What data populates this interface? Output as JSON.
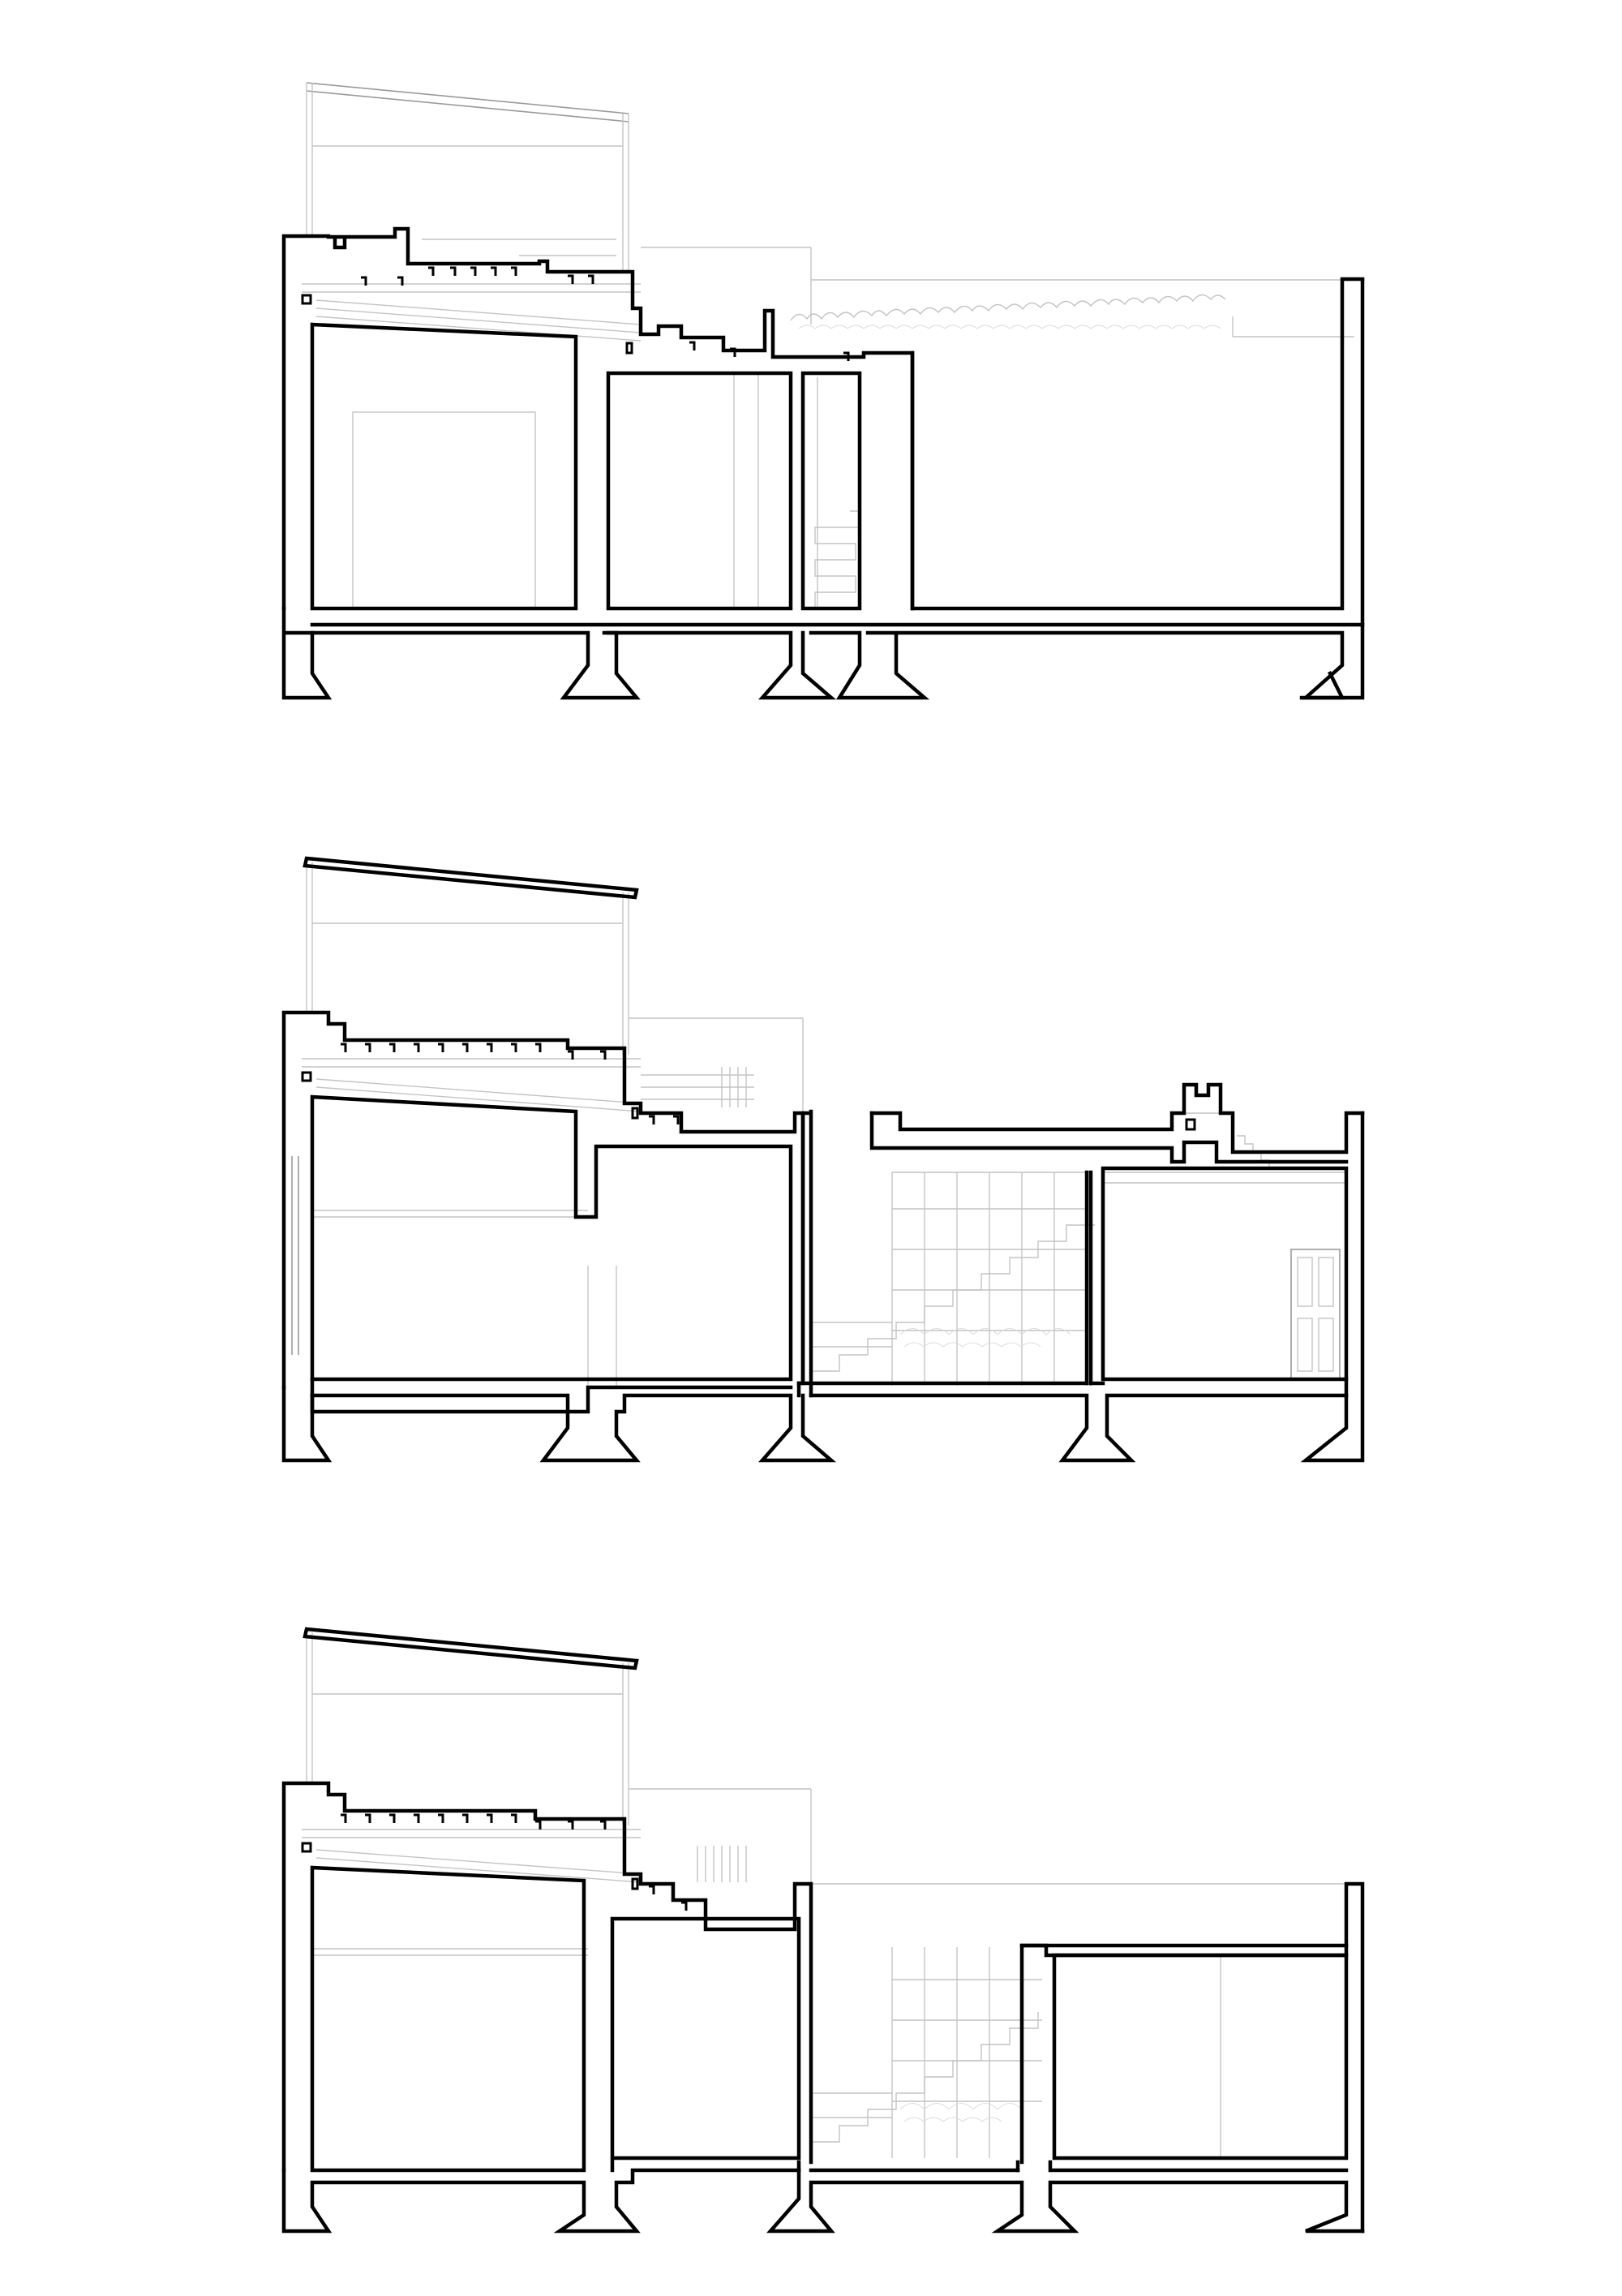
{
  "drawing": {
    "kind": "architectural-sections",
    "line_color": "#000000",
    "projection_color": "#c4c4c4",
    "background": "#ffffff",
    "sections": [
      {
        "id": "section-1",
        "features": [
          "tiered-seating",
          "stepped-terraces",
          "landscape-planting",
          "open-courtyard"
        ]
      },
      {
        "id": "section-2",
        "features": [
          "tiered-seating",
          "canopy-roof",
          "stair-void",
          "door-elevation"
        ]
      },
      {
        "id": "section-3",
        "features": [
          "tiered-seating",
          "canopy-roof",
          "stair-void",
          "slab-volume"
        ]
      }
    ]
  }
}
